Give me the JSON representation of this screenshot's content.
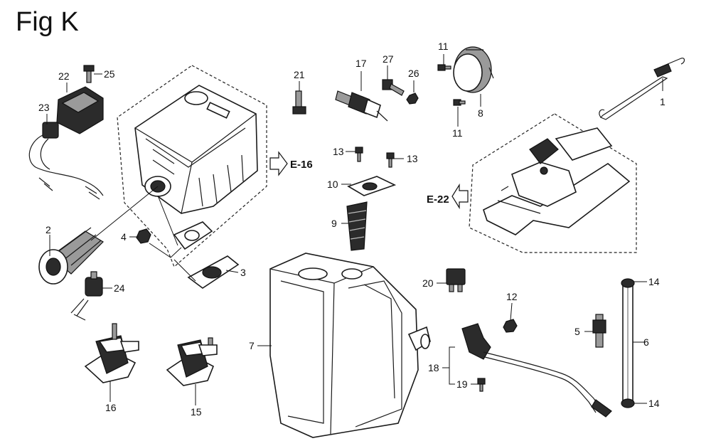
{
  "figure": {
    "title": "Fig K"
  },
  "callouts": [
    {
      "id": "c1",
      "text": "1"
    },
    {
      "id": "c2",
      "text": "2"
    },
    {
      "id": "c3",
      "text": "3"
    },
    {
      "id": "c4",
      "text": "4"
    },
    {
      "id": "c5",
      "text": "5"
    },
    {
      "id": "c6",
      "text": "6"
    },
    {
      "id": "c7",
      "text": "7"
    },
    {
      "id": "c8",
      "text": "8"
    },
    {
      "id": "c9",
      "text": "9"
    },
    {
      "id": "c10",
      "text": "10"
    },
    {
      "id": "c11a",
      "text": "11"
    },
    {
      "id": "c11b",
      "text": "11"
    },
    {
      "id": "c12",
      "text": "12"
    },
    {
      "id": "c13a",
      "text": "13"
    },
    {
      "id": "c13b",
      "text": "13"
    },
    {
      "id": "c14a",
      "text": "14"
    },
    {
      "id": "c14b",
      "text": "14"
    },
    {
      "id": "c15",
      "text": "15"
    },
    {
      "id": "c16",
      "text": "16"
    },
    {
      "id": "c17",
      "text": "17"
    },
    {
      "id": "c18",
      "text": "18"
    },
    {
      "id": "c19",
      "text": "19"
    },
    {
      "id": "c20",
      "text": "20"
    },
    {
      "id": "c21",
      "text": "21"
    },
    {
      "id": "c22",
      "text": "22"
    },
    {
      "id": "c23",
      "text": "23"
    },
    {
      "id": "c24",
      "text": "24"
    },
    {
      "id": "c25",
      "text": "25"
    },
    {
      "id": "c26",
      "text": "26"
    },
    {
      "id": "c27",
      "text": "27"
    }
  ],
  "references": {
    "e16": "E-16",
    "e22": "E-22"
  }
}
